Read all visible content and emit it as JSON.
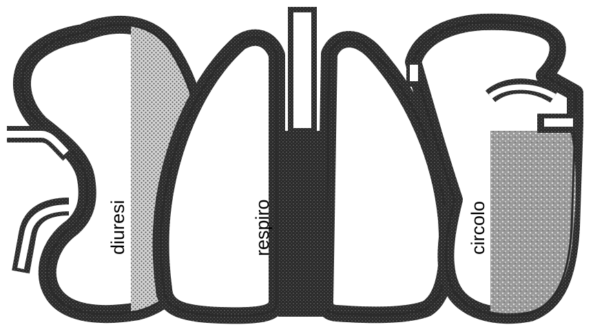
{
  "diagram": {
    "labels": {
      "kidney": "diuresi",
      "lungs": "respiro",
      "heart": "circolo"
    },
    "colors": {
      "outline": "#2b2b2b",
      "outline_texture": "#6a6a6a",
      "fill_white": "#ffffff",
      "kidney_shade": "#bdbdbd",
      "heart_shade": "#b5b5b5",
      "trachea_dark": "#1a1a1a"
    }
  }
}
